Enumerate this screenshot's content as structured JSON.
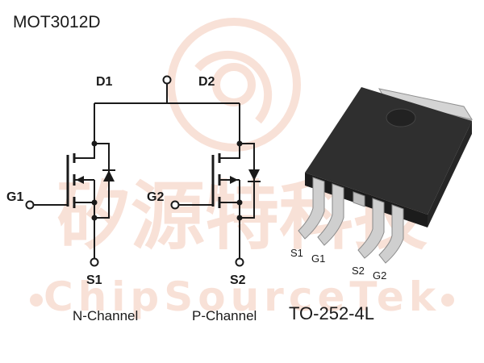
{
  "part_number": "MOT3012D",
  "watermark": {
    "chinese": "矽源特科技",
    "latin": "ChipSourceTek",
    "color": "#f4c9b8"
  },
  "schematic": {
    "n_channel": {
      "title": "N-Channel",
      "drain_label": "D1",
      "gate_label": "G1",
      "source_label": "S1"
    },
    "p_channel": {
      "title": "P-Channel",
      "drain_label": "D2",
      "gate_label": "G2",
      "source_label": "S2"
    }
  },
  "package": {
    "name": "TO-252-4L",
    "pins": [
      "S1",
      "G1",
      "S2",
      "G2"
    ],
    "body_color": "#2b2b2b",
    "tab_color": "#c8c8c8"
  },
  "colors": {
    "line": "#1a1a1a"
  }
}
